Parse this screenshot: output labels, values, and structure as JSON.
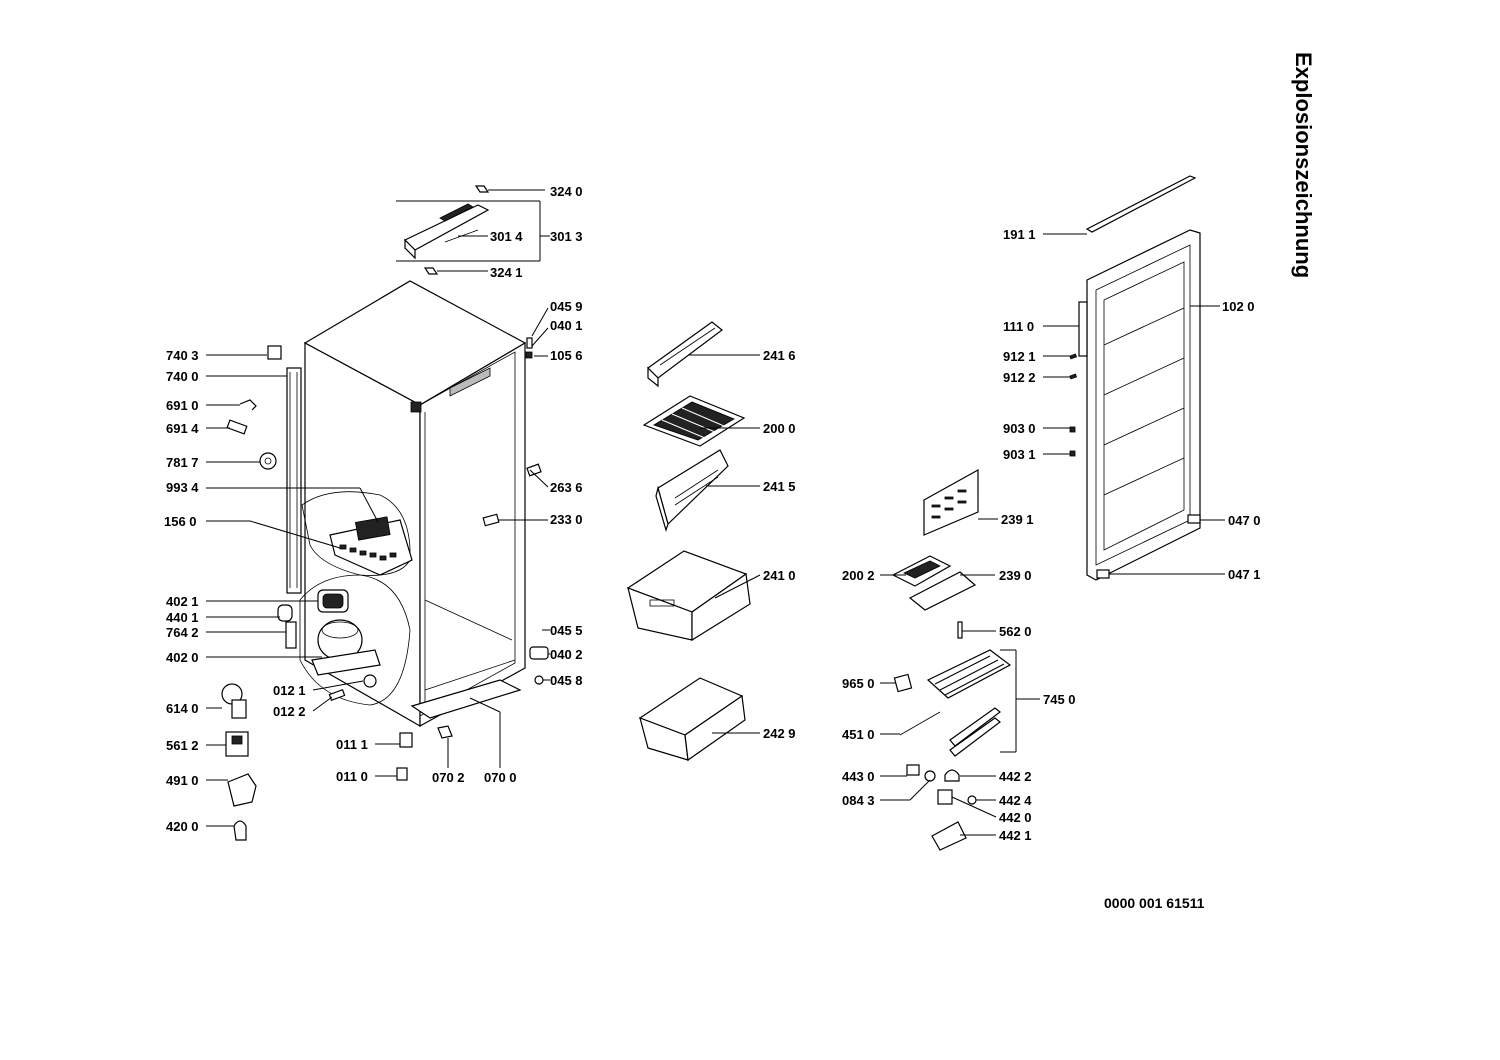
{
  "title": "Explosionszeichnung",
  "document_number": "0000 001 61511",
  "labels": {
    "p3240": "324 0",
    "p3014": "301 4",
    "p3013": "301 3",
    "p3241": "324 1",
    "p0459": "045 9",
    "p0401": "040 1",
    "p1056": "105 6",
    "p7403": "740 3",
    "p7400": "740 0",
    "p6910": "691 0",
    "p6914": "691 4",
    "p7817": "781 7",
    "p9934": "993 4",
    "p1560": "156 0",
    "p2636": "263 6",
    "p2330": "233 0",
    "p4021": "402 1",
    "p4401": "440 1",
    "p7642": "764 2",
    "p4020": "402 0",
    "p0455": "045 5",
    "p0402": "040 2",
    "p0458": "045 8",
    "p0121": "012 1",
    "p0122": "012 2",
    "p6140": "614 0",
    "p0111": "011 1",
    "p0110": "011 0",
    "p0702": "070 2",
    "p0700": "070 0",
    "p5612": "561 2",
    "p4910": "491 0",
    "p4200": "420 0",
    "p2416": "241 6",
    "p2000": "200 0",
    "p2415": "241 5",
    "p2410": "241 0",
    "p2429": "242 9",
    "p1911": "191 1",
    "p1020": "102 0",
    "p1110": "111 0",
    "p9121": "912 1",
    "p9122": "912 2",
    "p9030": "903 0",
    "p9031": "903 1",
    "p0470": "047 0",
    "p0471": "047 1",
    "p2391": "239 1",
    "p2002": "200 2",
    "p2390": "239 0",
    "p5620": "562 0",
    "p9650": "965 0",
    "p7450": "745 0",
    "p4510": "451 0",
    "p4430": "443 0",
    "p4422": "442 2",
    "p0843": "084 3",
    "p4424": "442 4",
    "p4420": "442 0",
    "p4421": "442 1"
  }
}
